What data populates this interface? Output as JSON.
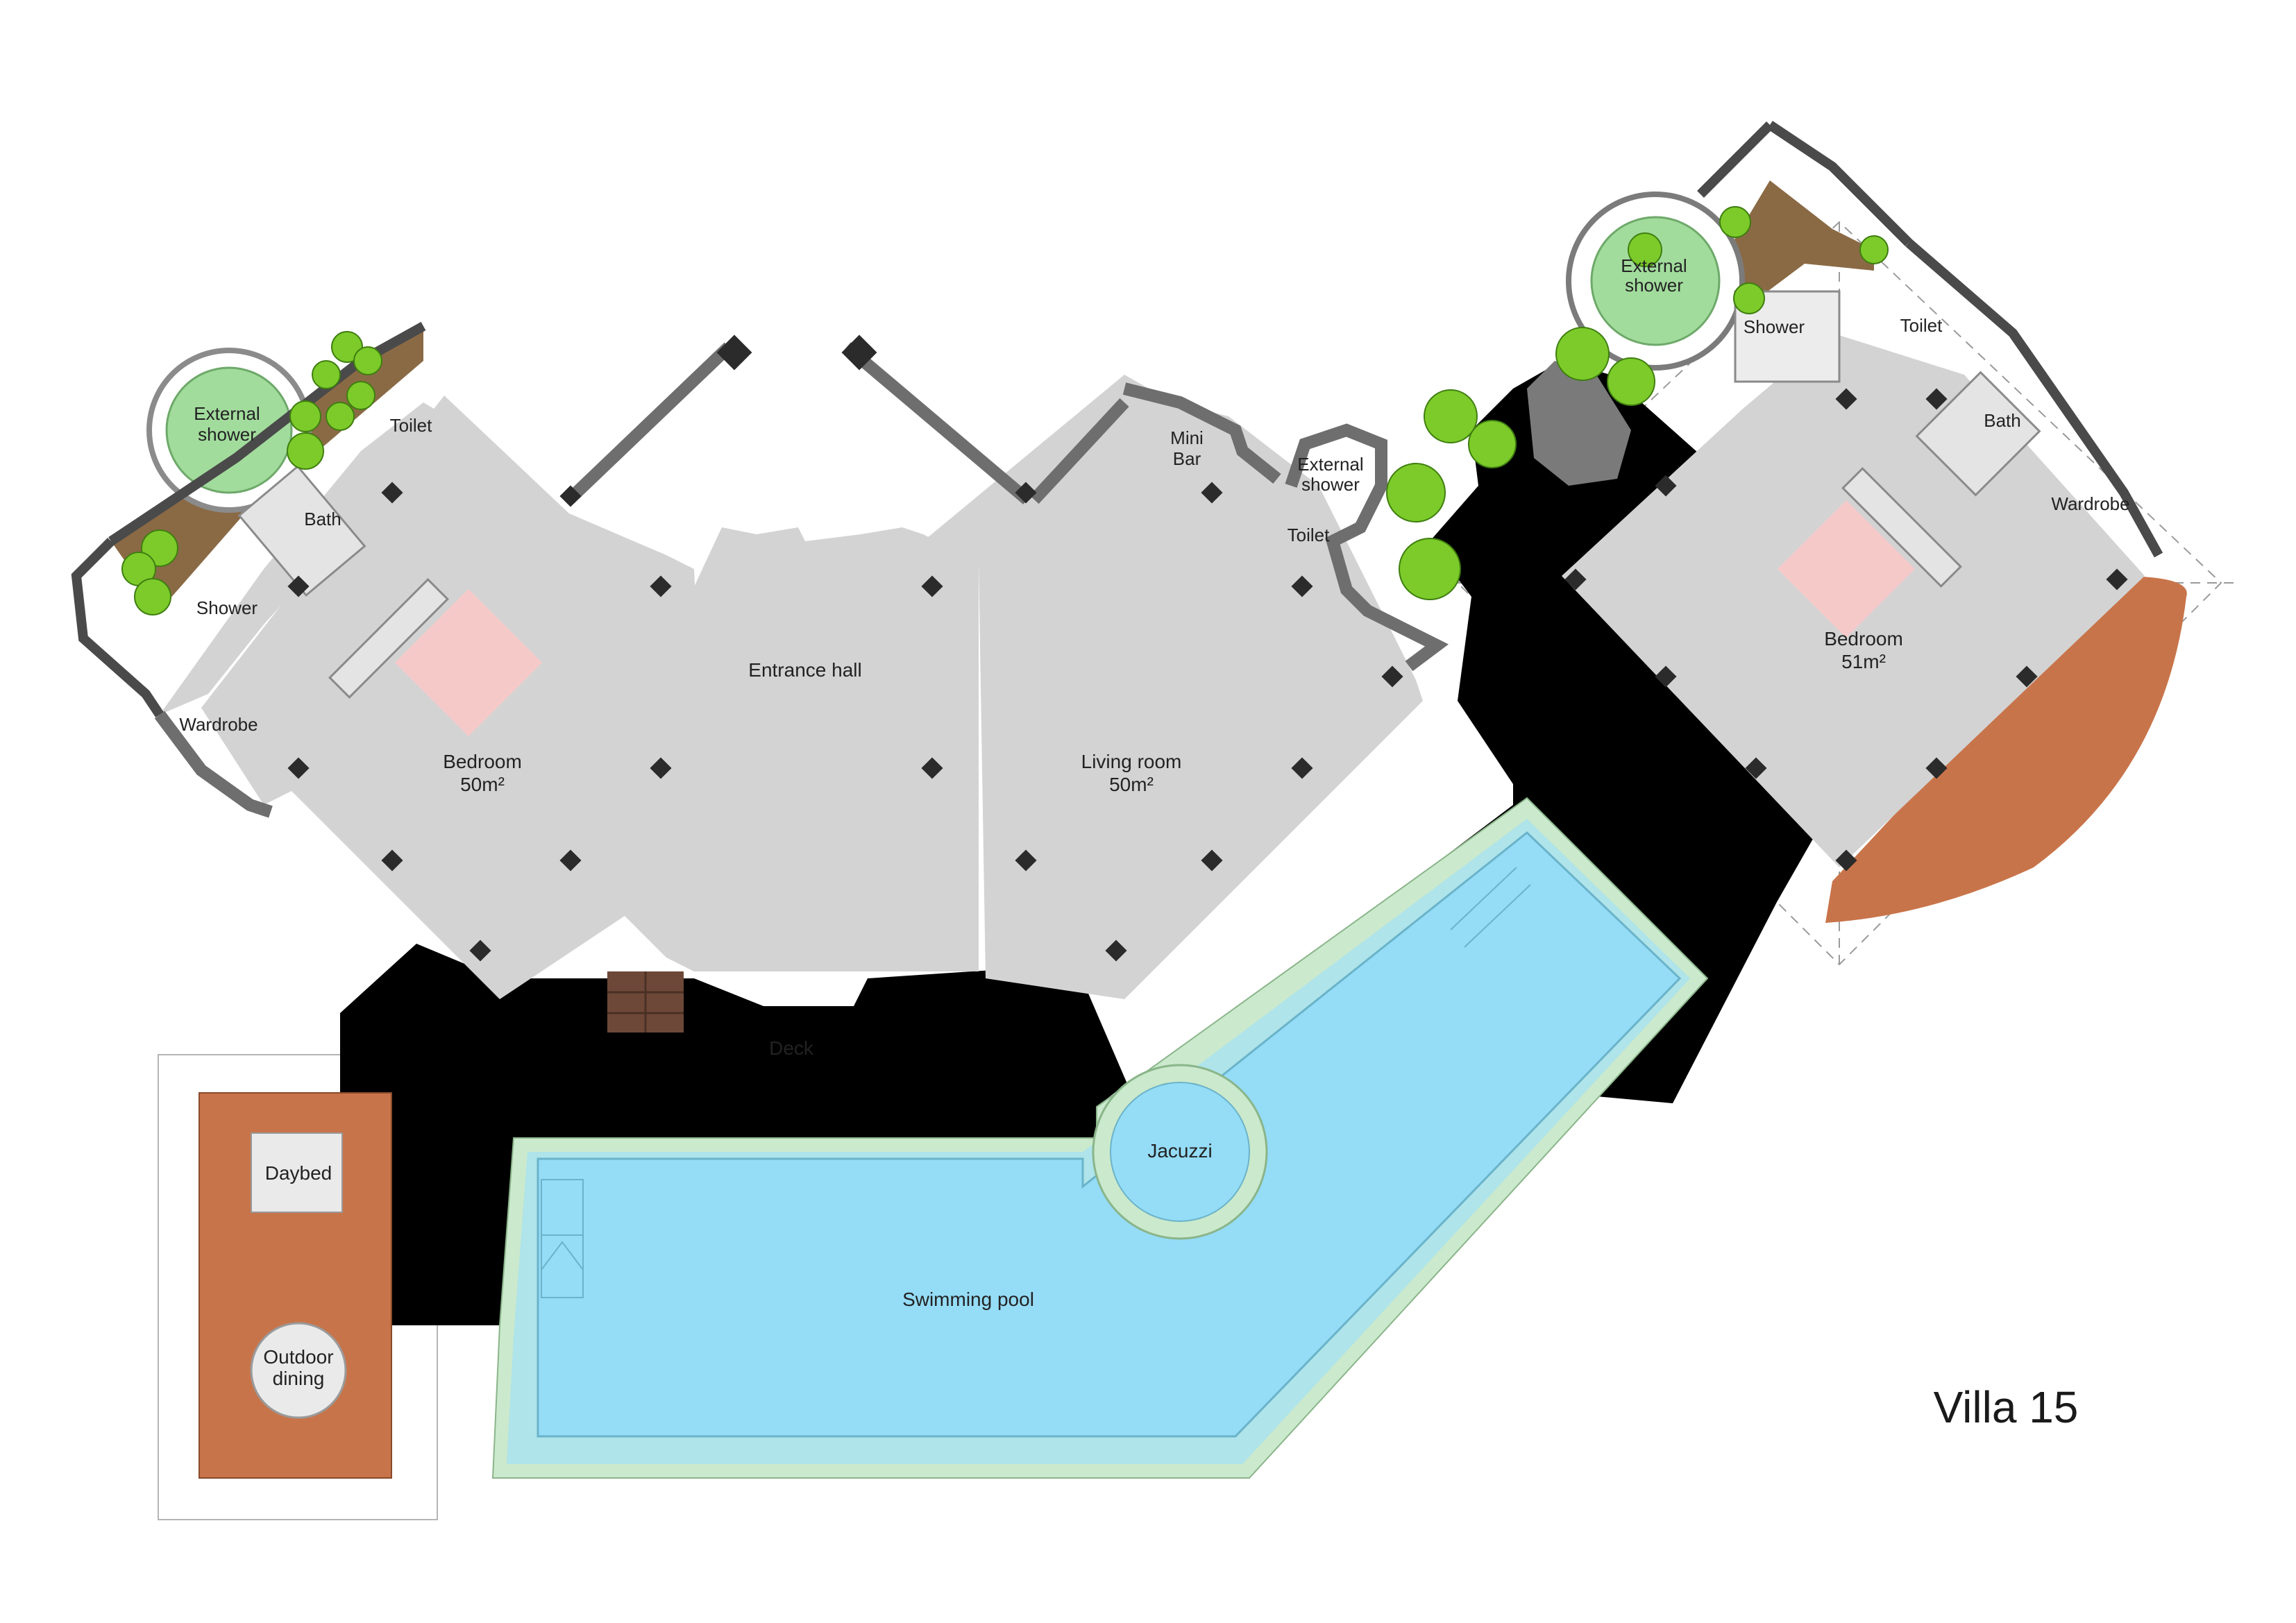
{
  "title": "Villa 15",
  "rooms": {
    "entrance_hall": "Entrance hall",
    "living_room": "Living room",
    "living_room_area": "50m²",
    "bedroom_left": "Bedroom",
    "bedroom_left_area": "50m²",
    "bedroom_right": "Bedroom",
    "bedroom_right_area": "51m²",
    "mini_bar_line1": "Mini",
    "mini_bar_line2": "Bar",
    "external_shower_mid_line1": "External",
    "external_shower_mid_line2": "shower",
    "toilet_mid": "Toilet",
    "external_shower_left_line1": "External",
    "external_shower_left_line2": "shower",
    "toilet_left": "Toilet",
    "bath_left": "Bath",
    "shower_left": "Shower",
    "wardrobe_left": "Wardrobe",
    "external_shower_right_line1": "External",
    "external_shower_right_line2": "shower",
    "shower_right": "Shower",
    "toilet_right": "Toilet",
    "bath_right": "Bath",
    "wardrobe_right": "Wardrobe",
    "deck": "Deck",
    "jacuzzi": "Jacuzzi",
    "swimming_pool": "Swimming pool",
    "daybed": "Daybed",
    "outdoor_dining_line1": "Outdoor",
    "outdoor_dining_line2": "dining"
  },
  "colors": {
    "interior": "#d3d3d3",
    "deck": "#c8744a",
    "pool": "#95dcf7",
    "pool_edge": "#cbe9cc",
    "garden": "#8a6a45",
    "shower_green": "#a2dc9d",
    "wall": "#6e6e6e",
    "bed": "#f6c9c9"
  }
}
